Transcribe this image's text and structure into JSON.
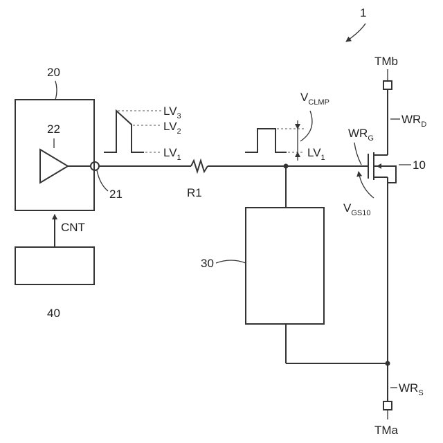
{
  "diagram": {
    "ref_device": "1",
    "ref_driver": "20",
    "ref_amp": "22",
    "ref_node": "21",
    "ref_control": "40",
    "ref_clamp": "30",
    "ref_transistor": "10",
    "signal_cnt": "CNT",
    "resistor": "R1",
    "lv1": {
      "main": "LV",
      "sub": "1"
    },
    "lv2": {
      "main": "LV",
      "sub": "2"
    },
    "lv3": {
      "main": "LV",
      "sub": "3"
    },
    "lv1_right": {
      "main": "LV",
      "sub": "1"
    },
    "vclmp": {
      "main": "V",
      "sub": "CLMP"
    },
    "wrg": {
      "main": "WR",
      "sub": "G"
    },
    "wrd": {
      "main": "WR",
      "sub": "D"
    },
    "wrs": {
      "main": "WR",
      "sub": "S"
    },
    "vgs": {
      "main": "V",
      "sub": "GS10"
    },
    "terminal_top": "TMb",
    "terminal_bottom": "TMa"
  }
}
